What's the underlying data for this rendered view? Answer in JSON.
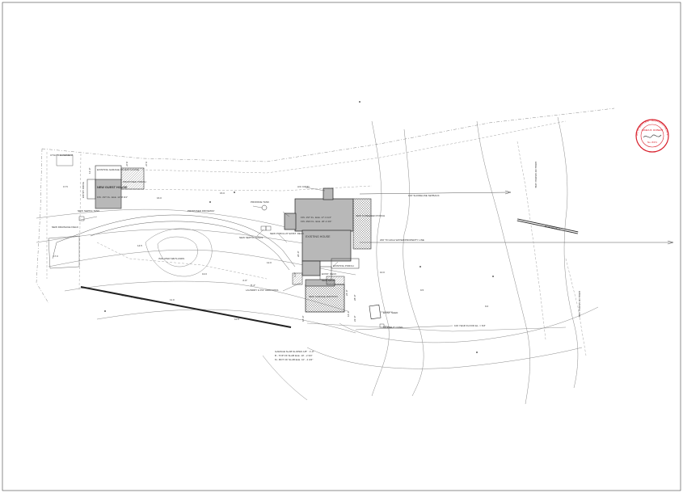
{
  "labels": {
    "existing_garage": "EXISTING GARAGE / GUEST HOUSE",
    "proposed_porch": "PROPOSED PORCH",
    "new_guest_house": "NEW GUEST HOUSE",
    "guest_house_elev": "FIN. 1ST FL. ELE. 12'-8 3/4\"",
    "utility_easement": "UTILITY EASEMENT",
    "entry_drive": "ENTRY DRIVE",
    "new_drainage_field": "NEW DRAINAGE FIELD",
    "new_septic_tank_left": "NEW SEPTIC TANK",
    "proposed_driveway": "PROPOSED DRIVEWAY",
    "propane_tank": "PROPANE TANK",
    "new_septic_tanks": "NEW SEPTIC TANKS",
    "new_porch_at_exist_deck": "NEW PORCH AT EXIST. DECK",
    "isolated_wetlands": "ISOLATED WETLANDS",
    "ac_cond": "A/C COND",
    "house_elev_1": "FIN. 1ST FL. ELE. 17'-3 1/4\"",
    "house_elev_2": "FIN. 2ND FL. ELE. 26'-4 3/4\"",
    "existing_house": "EXISTING HOUSE",
    "new_screened_porch": "NEW SCREENED PORCH",
    "shoreline_setback": "100' SHORELINE SETBACK",
    "high_water_line": "200' TO HIGH WATER/PROPERTY LINE",
    "existing_porch": "EXISTING PORCH",
    "exist_deck": "EXIST. DECK",
    "new_deck": "NEW DECK",
    "laundry_addition": "LAUNDRY & P.R. ADDITIONS",
    "new_garage_addition": "NEW GARAGE ADDITION",
    "exist_fenceline": "EXIST. FENCELINE",
    "exist_shed": "EXIST. SHED",
    "minisplit_cond": "MINISPLIT COND.",
    "flood_elevation": "100 YEAR FLOOD EL. = 8.8'",
    "garage_note_1": "GARAGE SLAB SLOPES 1/8\" : 1'-0\"",
    "garage_note_2": "B - TOP OF SLAB ELE. 10' - 2 3/4\"",
    "garage_note_3": "M - BOT OF SLAB ELE. 10' - 4 3/4\"",
    "edge_of_marsh_1": "EDGE OF MARSH LINE",
    "edge_of_marsh_2": "EDGE OF MARSH LINE",
    "boardwalk": "BOARDWALK",
    "dim_1": "9'-0\"",
    "dim_2": "6'-0\"",
    "dim_3": "12'-0\"",
    "dim_4": "20'-0\"",
    "dim_5": "4'-0\"",
    "dim_6": "24'-0\"",
    "dim_7": "28'-0\"",
    "dim_8": "16'-0\"",
    "dim_9": "22'-0\"",
    "dim_10": "18'-0\"",
    "dim_11": "4'-6\"",
    "dim_12": "8'-4\"",
    "spot_1": "17.5",
    "spot_2": "17.0",
    "spot_3": "16.0",
    "spot_4": "15.0",
    "spot_5": "14.5",
    "spot_6": "13.0",
    "spot_7": "12.0",
    "spot_8": "11.0",
    "spot_9": "10.5",
    "spot_10": "10.0",
    "spot_11": "9.5",
    "spot_12": "9.0"
  },
  "seal": {
    "name": "JAMES B. ROBERT",
    "number": "No. 8371",
    "ring_text": "STATE OF MARYLAND · REGISTERED ARCHITECT"
  },
  "colors": {
    "seal_red": "#d81e2a",
    "building_fill": "#b8b8b8",
    "hatch": "#444444"
  }
}
